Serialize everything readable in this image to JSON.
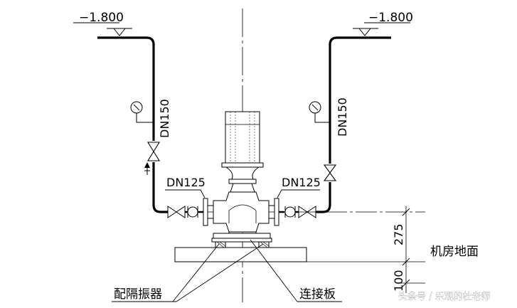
{
  "elevation_left": "−1.800",
  "elevation_right": "−1.800",
  "pipe_left_size": "DN150",
  "pipe_right_size": "DN150",
  "branch_left_size": "DN125",
  "branch_right_size": "DN125",
  "dim_base_height": "275",
  "dim_slab": "100",
  "label_floor": "机房地面",
  "label_isolator": "配隔振器",
  "label_plate": "连接板",
  "watermark": "头条号 / 乐观的杜老师"
}
